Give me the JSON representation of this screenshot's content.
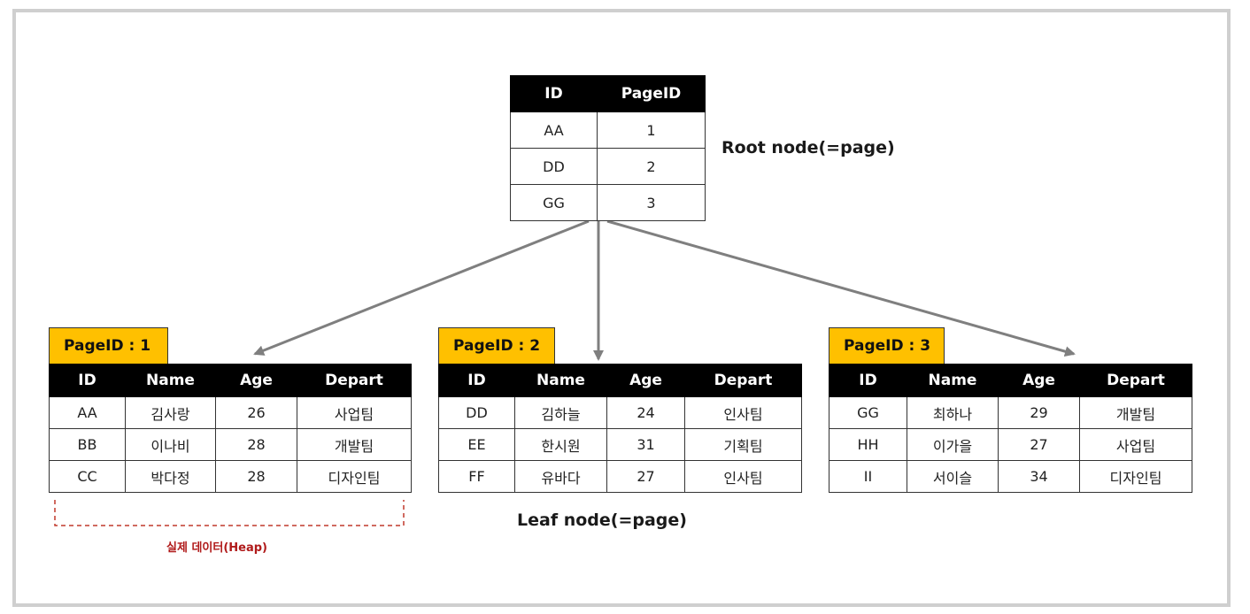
{
  "root": {
    "headers": [
      "ID",
      "PageID"
    ],
    "rows": [
      [
        "AA",
        "1"
      ],
      [
        "DD",
        "2"
      ],
      [
        "GG",
        "3"
      ]
    ],
    "label": "Root node(=page)"
  },
  "leaf_headers": [
    "ID",
    "Name",
    "Age",
    "Depart"
  ],
  "leaves": [
    {
      "tag": "PageID : 1",
      "rows": [
        [
          "AA",
          "김사랑",
          "26",
          "사업팀"
        ],
        [
          "BB",
          "이나비",
          "28",
          "개발팀"
        ],
        [
          "CC",
          "박다정",
          "28",
          "디자인팀"
        ]
      ]
    },
    {
      "tag": "PageID : 2",
      "rows": [
        [
          "DD",
          "김하늘",
          "24",
          "인사팀"
        ],
        [
          "EE",
          "한시원",
          "31",
          "기획팀"
        ],
        [
          "FF",
          "유바다",
          "27",
          "인사팀"
        ]
      ]
    },
    {
      "tag": "PageID : 3",
      "rows": [
        [
          "GG",
          "최하나",
          "29",
          "개발팀"
        ],
        [
          "HH",
          "이가을",
          "27",
          "사업팀"
        ],
        [
          "II",
          "서이슬",
          "34",
          "디자인팀"
        ]
      ]
    }
  ],
  "leaf_label": "Leaf node(=page)",
  "heap_label": "실제 데이터(Heap)",
  "colors": {
    "tag": "#ffc000",
    "header": "#000000",
    "arrow": "#7f7f7f",
    "heap": "#b01a1a"
  }
}
